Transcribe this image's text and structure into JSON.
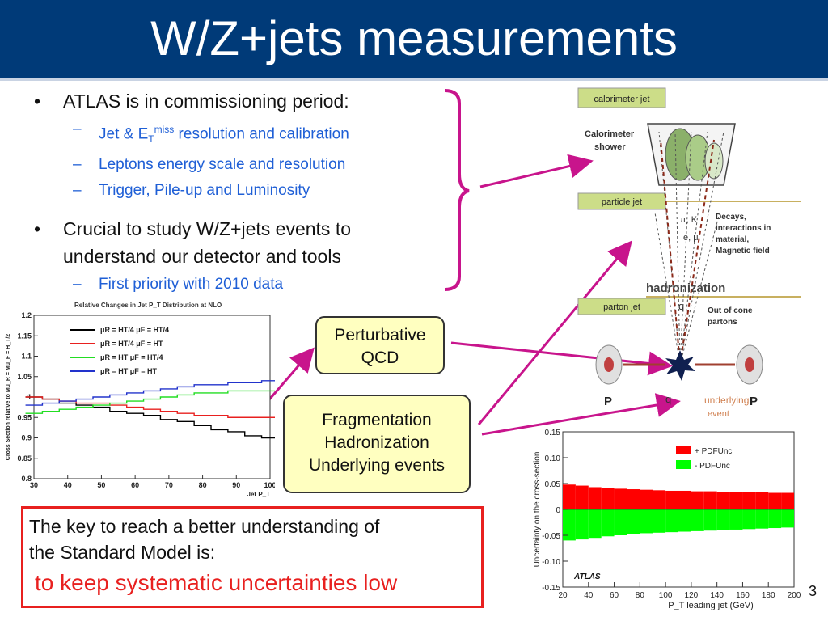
{
  "slide": {
    "title": "W/Z+jets measurements",
    "page_number": "3"
  },
  "bullets": {
    "b1": {
      "text": "ATLAS is in commissioning period:"
    },
    "sub1": {
      "pre": "Jet & E",
      "sub": "T",
      "sup": "miss",
      "post": " resolution and calibration"
    },
    "sub2": "Leptons energy scale and resolution",
    "sub3": "Trigger, Pile-up and Luminosity",
    "b2": {
      "line1": "Crucial to study W/Z+jets events to",
      "line2": "understand our detector and tools"
    },
    "sub4": "First priority with 2010 data"
  },
  "boxes": {
    "pqcd": {
      "line1": "Perturbative",
      "line2": "QCD"
    },
    "frag": {
      "line1": "Fragmentation",
      "line2": "Hadronization",
      "line3": "Underlying events"
    }
  },
  "key": {
    "line1": "The key to reach a better understanding of",
    "line2": "the Standard Model is:",
    "highlight": "to keep systematic uncertainties low"
  },
  "diagram": {
    "calorimeter_jet": "calorimeter jet",
    "calorimeter_shower_1": "Calorimeter",
    "calorimeter_shower_2": "shower",
    "particle_jet": "particle jet",
    "pi_k": "π, K",
    "e_mu": "e, μ",
    "decays_1": "Decays,",
    "decays_2": "interactions in",
    "decays_3": "material,",
    "decays_4": "Magnetic field",
    "hadronization": "hadronization",
    "parton_jet": "parton jet",
    "q": "q",
    "qbar": "q",
    "out_of_cone_1": "Out of cone",
    "out_of_cone_2": "partons",
    "p_left": "P",
    "p_right": "P",
    "underlying_1": "underlying",
    "underlying_2": "event"
  },
  "colors": {
    "title_bar": "#003a78",
    "sub_bullet": "#1f5fd6",
    "accent_red": "#e8201f",
    "brace": "#c8148c",
    "box_fill": "#ffffc0"
  },
  "chart_data": [
    {
      "type": "line",
      "title": "Relative Changes in Jet P_T Distribution at NLO",
      "xlabel": "Jet P_T",
      "ylabel": "Cross Section relative to Mu_R = Mu_F = H_T/2",
      "xlim": [
        30,
        100
      ],
      "ylim": [
        0.8,
        1.2
      ],
      "xticks": [
        "30",
        "40",
        "50",
        "60",
        "70",
        "80",
        "90",
        "100"
      ],
      "yticks": [
        "0.8",
        "0.85",
        "0.9",
        "0.95",
        "1",
        "1.05",
        "1.1",
        "1.15",
        "1.2"
      ],
      "x": [
        30,
        35,
        40,
        45,
        50,
        55,
        60,
        65,
        70,
        75,
        80,
        85,
        90,
        95,
        100
      ],
      "series": [
        {
          "name": "μR = HT/4  μF = HT/4",
          "color": "#000000",
          "values": [
            1.0,
            0.995,
            0.985,
            0.98,
            0.975,
            0.965,
            0.96,
            0.955,
            0.945,
            0.94,
            0.93,
            0.92,
            0.915,
            0.905,
            0.9
          ]
        },
        {
          "name": "μR = HT/4  μF = HT",
          "color": "#e8201f",
          "values": [
            1.0,
            0.995,
            0.99,
            0.985,
            0.985,
            0.98,
            0.975,
            0.97,
            0.965,
            0.96,
            0.955,
            0.955,
            0.95,
            0.95,
            0.95
          ]
        },
        {
          "name": "μR = HT  μF = HT/4",
          "color": "#22dd22",
          "values": [
            0.96,
            0.965,
            0.97,
            0.975,
            0.98,
            0.985,
            0.99,
            0.995,
            1.0,
            1.005,
            1.01,
            1.01,
            1.015,
            1.015,
            1.015
          ]
        },
        {
          "name": "μR = HT  μF = HT",
          "color": "#2233cc",
          "values": [
            0.98,
            0.985,
            0.99,
            0.995,
            1.0,
            1.005,
            1.01,
            1.015,
            1.02,
            1.025,
            1.03,
            1.03,
            1.035,
            1.035,
            1.04
          ]
        }
      ]
    },
    {
      "type": "bar",
      "xlabel": "P_T leading jet (GeV)",
      "ylabel": "Uncertainty on the cross-section",
      "annotation": "ATLAS",
      "xlim": [
        20,
        200
      ],
      "ylim": [
        -0.15,
        0.15
      ],
      "xticks": [
        "20",
        "40",
        "60",
        "80",
        "100",
        "120",
        "140",
        "160",
        "180",
        "200"
      ],
      "yticks": [
        "-0.15",
        "-0.10",
        "-0.05",
        "0",
        "0.05",
        "0.10",
        "0.15"
      ],
      "x": [
        25,
        35,
        45,
        55,
        65,
        75,
        85,
        95,
        105,
        115,
        125,
        135,
        145,
        155,
        165,
        175,
        185,
        195
      ],
      "series": [
        {
          "name": "+ PDFUnc",
          "color": "#ff0000",
          "values": [
            0.048,
            0.046,
            0.043,
            0.041,
            0.04,
            0.039,
            0.038,
            0.037,
            0.036,
            0.036,
            0.035,
            0.035,
            0.034,
            0.034,
            0.033,
            0.033,
            0.032,
            0.032
          ]
        },
        {
          "name": "- PDFUnc",
          "color": "#00ff00",
          "values": [
            -0.06,
            -0.058,
            -0.055,
            -0.052,
            -0.05,
            -0.048,
            -0.046,
            -0.045,
            -0.044,
            -0.043,
            -0.042,
            -0.041,
            -0.04,
            -0.039,
            -0.038,
            -0.037,
            -0.036,
            -0.035
          ]
        }
      ]
    }
  ]
}
